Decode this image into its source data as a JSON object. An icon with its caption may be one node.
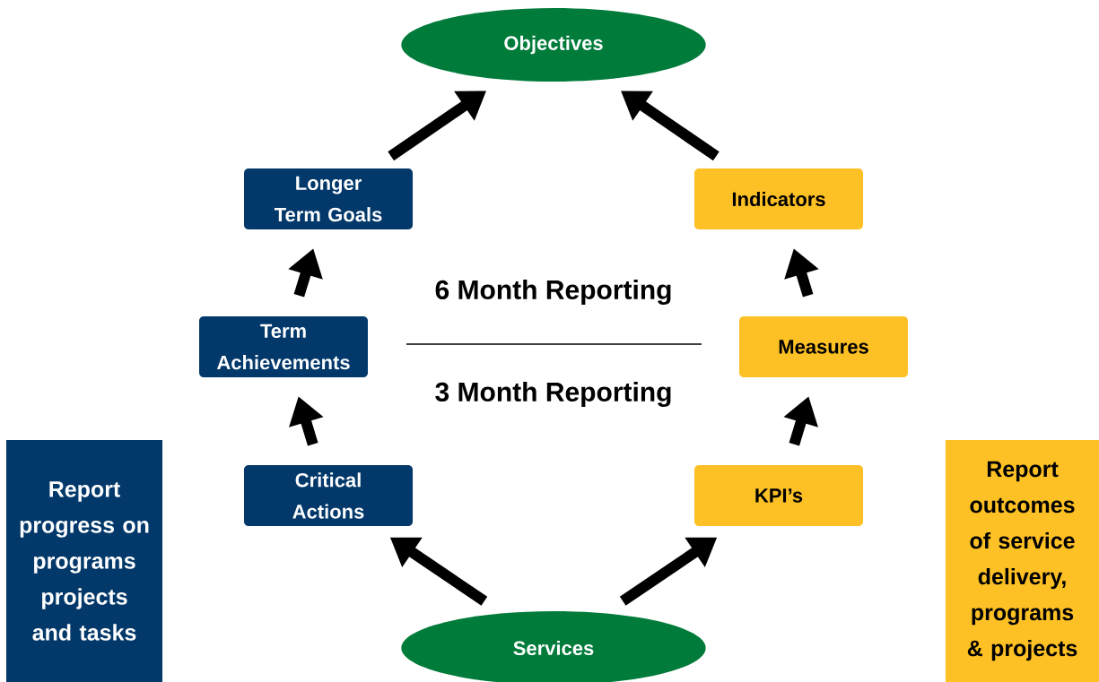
{
  "diagram": {
    "nodes": [
      {
        "text": [
          "Objectives"
        ]
      },
      {
        "text": [
          "Longer Term Goals"
        ]
      },
      {
        "text": [
          "Indicators"
        ]
      },
      {
        "text": [
          "Term Achievements"
        ]
      },
      {
        "text": [
          "Measures"
        ]
      },
      {
        "text": [
          "Report progress on programs projects and tasks"
        ]
      },
      {
        "text": [
          "Critical Actions"
        ]
      },
      {
        "text": [
          "KPI’s"
        ]
      },
      {
        "text": [
          "Report outcomes of service delivery, programs & projects"
        ]
      },
      {
        "text": [
          "Services"
        ]
      }
    ],
    "edges": [
      {
        "from": 9,
        "to": 6,
        "arrow": "to"
      },
      {
        "from": 6,
        "to": 3,
        "arrow": "to"
      },
      {
        "from": 3,
        "to": 1,
        "arrow": "to"
      },
      {
        "from": 1,
        "to": 0,
        "arrow": "to"
      },
      {
        "from": 9,
        "to": 7,
        "arrow": "to"
      },
      {
        "from": 7,
        "to": 4,
        "arrow": "to"
      },
      {
        "from": 4,
        "to": 2,
        "arrow": "to"
      },
      {
        "from": 2,
        "to": 0,
        "arrow": "to"
      }
    ],
    "labels": [
      "6 Month Reporting",
      "3 Month Reporting"
    ]
  }
}
